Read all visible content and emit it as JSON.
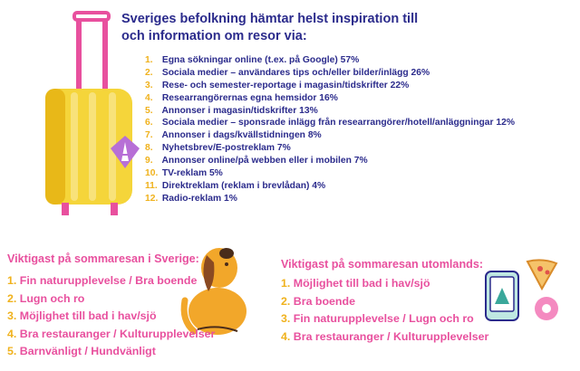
{
  "header": {
    "title_line1": "Sveriges befolkning hämtar helst inspiration till",
    "title_line2": "och information om resor via:"
  },
  "sources": [
    {
      "num": "1.",
      "label": "Egna sökningar online (t.ex. på Google) 57%"
    },
    {
      "num": "2.",
      "label": "Sociala medier – användares tips och/eller bilder/inlägg 26%"
    },
    {
      "num": "3.",
      "label": "Rese- och semester-reportage i magasin/tidskrifter 22%"
    },
    {
      "num": "4.",
      "label": "Researrangörernas egna hemsidor 16%"
    },
    {
      "num": "5.",
      "label": "Annonser i magasin/tidskrifter 13%"
    },
    {
      "num": "6.",
      "label": "Sociala medier – sponsrade inlägg från researrangörer/hotell/anläggningar 12%"
    },
    {
      "num": "7.",
      "label": "Annonser i dags/kvällstidningen 8%"
    },
    {
      "num": "8.",
      "label": "Nyhetsbrev/E-postreklam 7%"
    },
    {
      "num": "9.",
      "label": "Annonser online/på webben eller i mobilen 7%"
    },
    {
      "num": "10.",
      "label": "TV-reklam 5%"
    },
    {
      "num": "11.",
      "label": "Direktreklam (reklam i brevlådan) 4%"
    },
    {
      "num": "12.",
      "label": "Radio-reklam 1%"
    }
  ],
  "sweden": {
    "title": "Viktigast på sommaresan i Sverige:",
    "items": [
      {
        "num": "1.",
        "label": "Fin naturupplevelse / Bra boende"
      },
      {
        "num": "2.",
        "label": "Lugn och ro"
      },
      {
        "num": "3.",
        "label": "Möjlighet till bad i hav/sjö"
      },
      {
        "num": "4.",
        "label": "Bra restauranger / Kulturupplevelser"
      },
      {
        "num": "5.",
        "label": "Barnvänligt / Hundvänligt"
      }
    ]
  },
  "abroad": {
    "title": "Viktigast på sommaresan utomlands:",
    "items": [
      {
        "num": "1.",
        "label": "Möjlighet till bad i hav/sjö"
      },
      {
        "num": "2.",
        "label": "Bra boende"
      },
      {
        "num": "3.",
        "label": "Fin naturupplevelse / Lugn och ro"
      },
      {
        "num": "4.",
        "label": "Bra restauranger / Kulturupplevelser"
      }
    ]
  },
  "colors": {
    "navy": "#2b2b8c",
    "pink": "#e8509e",
    "gold": "#f0b21d",
    "suitcase": "#f5d53a",
    "dog": "#f2a72a"
  },
  "icons": [
    "suitcase-icon",
    "eiffel-tag-icon",
    "dog-icon",
    "phone-icon",
    "pizza-icon",
    "donut-icon"
  ]
}
